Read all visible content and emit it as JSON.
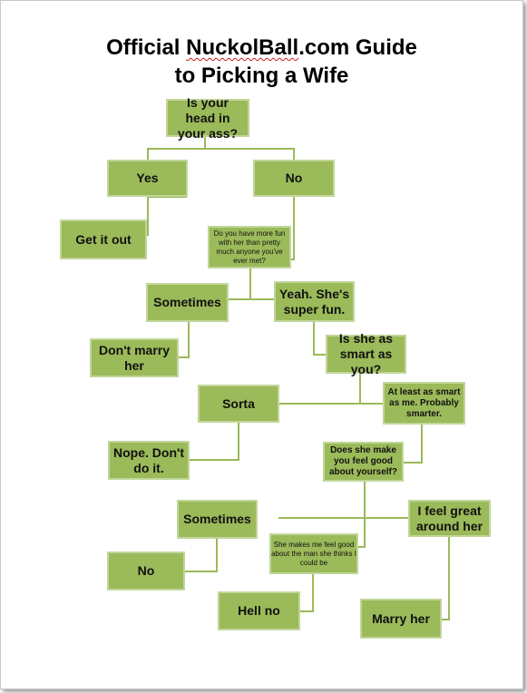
{
  "title": {
    "pre": "Official ",
    "brand": "NuckolBall",
    "post": ".com Guide",
    "line2": "to Picking a Wife"
  },
  "nodes": {
    "q_head": "Is your head in your ass?",
    "yes": "Yes",
    "no_1": "No",
    "get_it_out": "Get it out",
    "q_fun": "Do you have more fun with her than pretty much anyone you've ever met?",
    "sometimes_1": "Sometimes",
    "super_fun": "Yeah. She's super fun.",
    "dont_marry": "Don't marry her",
    "q_smart": "Is she as smart as you?",
    "sorta": "Sorta",
    "smarter": "At least as smart as me. Probably smarter.",
    "nope": "Nope. Don't do it.",
    "q_good": "Does she make you feel good about yourself?",
    "sometimes_2": "Sometimes",
    "feel_great": "I feel great around her",
    "no_2": "No",
    "could_be": "She makes me feel good about the man she thinks I could be",
    "hell_no": "Hell no",
    "marry_her": "Marry her"
  },
  "colors": {
    "box_fill": "#9bba59",
    "box_border": "#c1d69a",
    "connector": "#9bba59"
  }
}
